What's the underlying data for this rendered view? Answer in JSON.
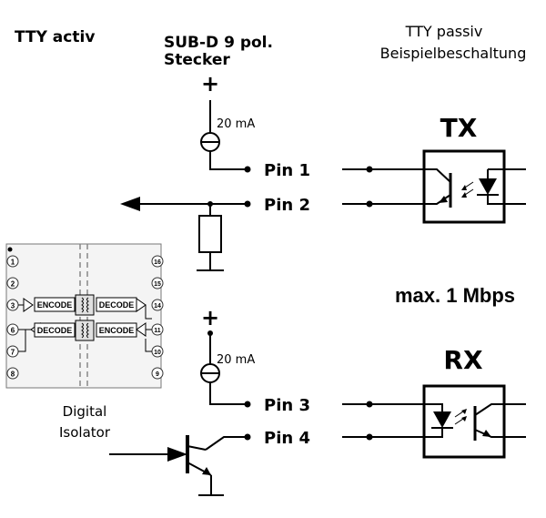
{
  "labels": {
    "tty_active": "TTY activ",
    "connector_line1": "SUB-D 9 pol.",
    "connector_line2": "Stecker",
    "tty_passive_line1": "TTY passiv",
    "tty_passive_line2": "Beispielbeschaltung",
    "current_top": "20 mA",
    "current_bottom": "20 mA",
    "plus_top": "+",
    "plus_bottom": "+",
    "pin1": "Pin 1",
    "pin2": "Pin 2",
    "pin3": "Pin 3",
    "pin4": "Pin 4",
    "tx": "TX",
    "rx": "RX",
    "max_rate": "max. 1 Mbps",
    "isolator_line1": "Digital",
    "isolator_line2": "Isolator"
  },
  "chip": {
    "encode": "ENCODE",
    "decode": "DECODE",
    "left_pins": [
      "1",
      "2",
      "3",
      "6",
      "7",
      "8"
    ],
    "right_pins": [
      "16",
      "15",
      "14",
      "11",
      "10",
      "9"
    ]
  }
}
